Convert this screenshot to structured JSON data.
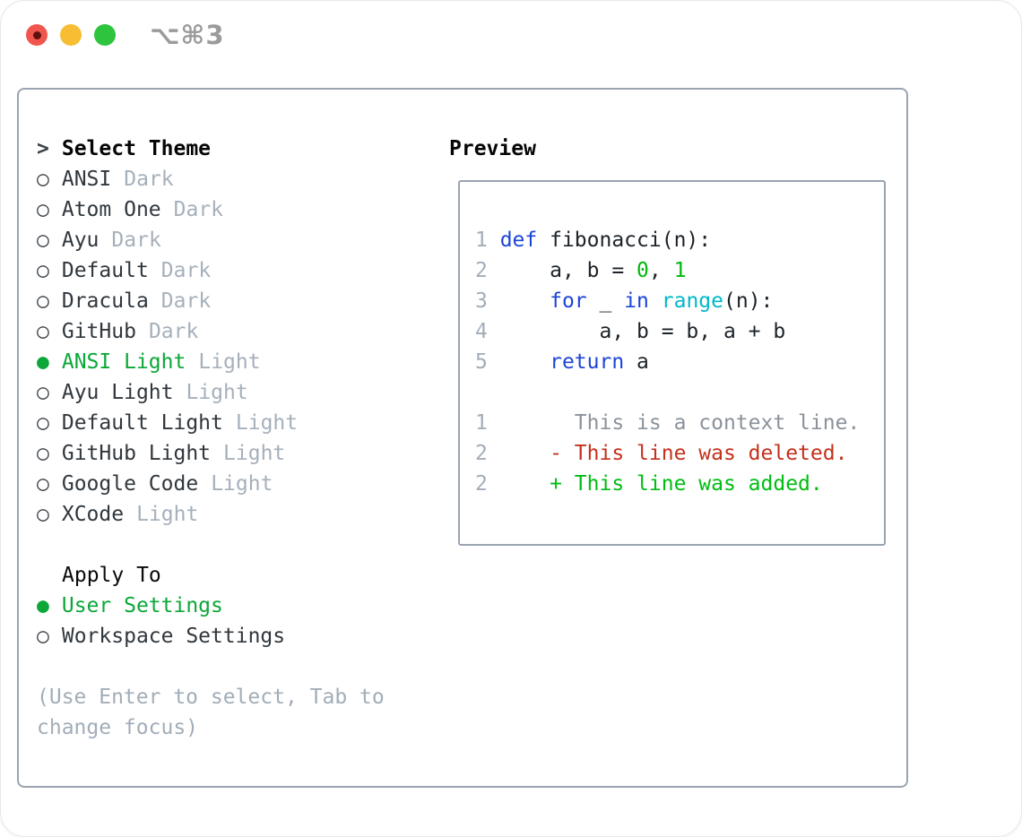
{
  "titlebar": {
    "title": "⌥⌘3",
    "controls": [
      {
        "name": "close",
        "color": "#f1564e"
      },
      {
        "name": "minimize",
        "color": "#f7bd33"
      },
      {
        "name": "zoom",
        "color": "#2ec43e"
      }
    ]
  },
  "theme_panel": {
    "header": {
      "marker": ">",
      "label": "Select Theme"
    },
    "items": [
      {
        "marker": "○",
        "name": "ANSI",
        "variant": "Dark",
        "selected": false
      },
      {
        "marker": "○",
        "name": "Atom One",
        "variant": "Dark",
        "selected": false
      },
      {
        "marker": "○",
        "name": "Ayu",
        "variant": "Dark",
        "selected": false
      },
      {
        "marker": "○",
        "name": "Default",
        "variant": "Dark",
        "selected": false
      },
      {
        "marker": "○",
        "name": "Dracula",
        "variant": "Dark",
        "selected": false
      },
      {
        "marker": "○",
        "name": "GitHub",
        "variant": "Dark",
        "selected": false
      },
      {
        "marker": "●",
        "name": "ANSI Light",
        "variant": "Light",
        "selected": true
      },
      {
        "marker": "○",
        "name": "Ayu Light",
        "variant": "Light",
        "selected": false
      },
      {
        "marker": "○",
        "name": "Default Light",
        "variant": "Light",
        "selected": false
      },
      {
        "marker": "○",
        "name": "GitHub Light",
        "variant": "Light",
        "selected": false
      },
      {
        "marker": "○",
        "name": "Google Code",
        "variant": "Light",
        "selected": false
      },
      {
        "marker": "○",
        "name": "XCode",
        "variant": "Light",
        "selected": false
      }
    ],
    "apply_to": {
      "label": "Apply To",
      "options": [
        {
          "marker": "●",
          "name": "User Settings",
          "selected": true
        },
        {
          "marker": "○",
          "name": "Workspace Settings",
          "selected": false
        }
      ]
    },
    "help_lines": [
      "(Use Enter to select, Tab to",
      "change focus)"
    ]
  },
  "preview_panel": {
    "label": "Preview",
    "code_lines": [
      {
        "number": "1",
        "segments": [
          [
            "def",
            "kw"
          ],
          [
            " fibonacci(n):",
            "fg"
          ]
        ]
      },
      {
        "number": "2",
        "segments": [
          [
            "    a, b = ",
            "fg"
          ],
          [
            "0",
            "num"
          ],
          [
            ", ",
            "fg"
          ],
          [
            "1",
            "num"
          ]
        ]
      },
      {
        "number": "3",
        "segments": [
          [
            "    ",
            "fg"
          ],
          [
            "for",
            "kw"
          ],
          [
            " _ ",
            "fg"
          ],
          [
            "in",
            "kw"
          ],
          [
            " ",
            "fg"
          ],
          [
            "range",
            "bi"
          ],
          [
            "(n):",
            "fg"
          ]
        ]
      },
      {
        "number": "4",
        "segments": [
          [
            "        a, b = b, a + b",
            "fg"
          ]
        ]
      },
      {
        "number": "5",
        "segments": [
          [
            "    ",
            "fg"
          ],
          [
            "return",
            "kw"
          ],
          [
            " a",
            "fg"
          ]
        ]
      },
      {
        "number": "",
        "segments": []
      },
      {
        "number": "1",
        "segments": [
          [
            "      This is a context line.",
            "ctx"
          ]
        ]
      },
      {
        "number": "2",
        "segments": [
          [
            "    - This line was deleted.",
            "del"
          ]
        ]
      },
      {
        "number": "2",
        "segments": [
          [
            "    + This line was added.",
            "add"
          ]
        ]
      }
    ]
  },
  "colors": {
    "accent_green": "#0ca738",
    "keyword_blue": "#1c45d6",
    "builtin_cyan": "#00b7cb",
    "number_green": "#00b80e",
    "added_green": "#00bd12",
    "deleted_red": "#c5301c",
    "context_gray": "#8a929b",
    "line_number_gray": "#a3adb8",
    "muted_gray": "#a6b0bb",
    "border_gray": "#9aa4b1"
  }
}
